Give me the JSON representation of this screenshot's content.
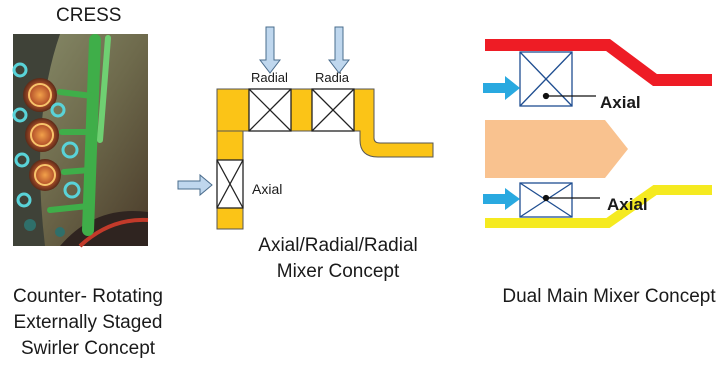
{
  "cress": {
    "title": "CRESS",
    "caption": [
      "Counter- Rotating",
      "Externally Staged",
      "Swirler Concept"
    ]
  },
  "mixer": {
    "labels": {
      "radial_1": "Radial",
      "radial_2": "Radia",
      "axial": "Axial"
    },
    "caption": [
      "Axial/Radial/Radial",
      "Mixer Concept"
    ]
  },
  "dual": {
    "labels": {
      "upper_axial": "Axial",
      "lower_axial": "Axial"
    },
    "caption": "Dual Main Mixer Concept"
  },
  "colors": {
    "duct_yellow": "#fbc417",
    "wall_red": "#ee1c25",
    "wall_yellow": "#f5ea20",
    "body_peach": "#f9c28f",
    "arrow_blue": "#29a9e0",
    "hatch_blue": "#1f4e91",
    "arrow_lightblue": "#bfd7ee"
  }
}
